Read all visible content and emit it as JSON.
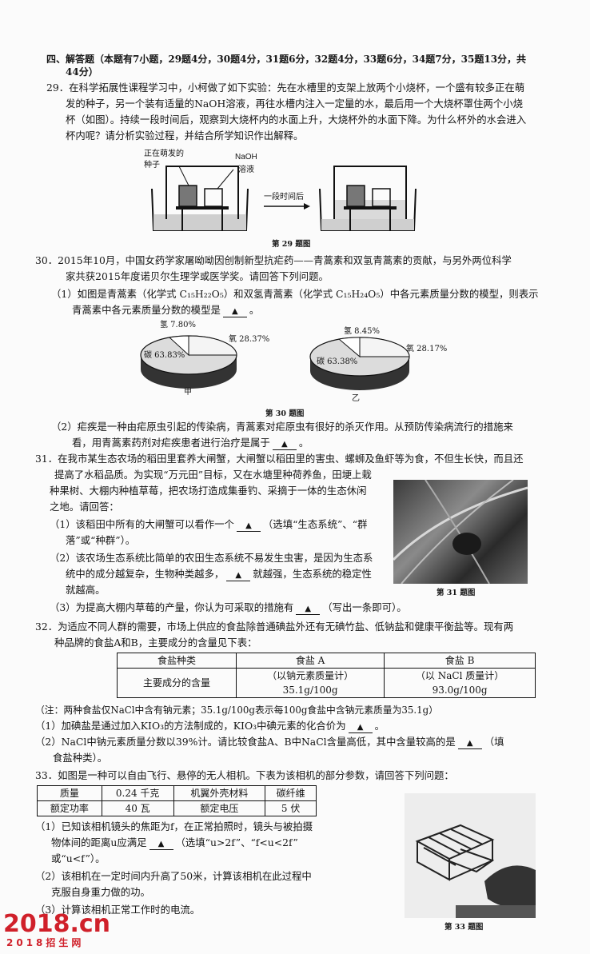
{
  "header": {
    "section": "四、解答题（本题有7小题，29题4分，30题4分，31题6分，32题4分，33题6分，34题7分，35题13分，共",
    "section_cont": "44分）"
  },
  "q29": {
    "l1": "29．在科学拓展性课程学习中，小柯做了如下实验：先在水槽里的支架上放两个小烧杯，一个盛有较多正在萌",
    "l2": "发的种子，另一个装有适量的NaOH溶液，再往水槽内注入一定量的水，最后用一个大烧杯罩住两个小烧",
    "l3": "杯（如图）。持续一段时间后，观察到大烧杯内的水面上升，大烧杯外的水面下降。为什么杯外的水会进入",
    "l4": "杯内呢？请分析实验过程，并结合所学知识作出解释。",
    "label_seed": "正在萌发的",
    "label_seed2": "种子",
    "label_naoh": "NaOH",
    "label_naoh2": "溶液",
    "arrow_text": "一段时间后",
    "caption": "第 29 题图"
  },
  "q30": {
    "l1": "30．2015年10月，中国女药学家屠呦呦因创制新型抗疟药——青蒿素和双氢青蒿素的贡献，与另外两位科学",
    "l2": "家共获2015年度诺贝尔生理学或医学奖。请回答下列问题。",
    "p1a": "（1）如图是青蒿素（化学式 C₁₅H₂₂O₅）和双氢青蒿素（化学式 C₁₅H₂₄O₅）中各元素质量分数的模型，则表示",
    "p1b": "青蒿素中各元素质量分数的模型是",
    "p1b_end": "。",
    "pie_a": {
      "h_label": "氢 7.80%",
      "o_label": "氧 28.37%",
      "c_label": "碳 63.83%",
      "name": "甲"
    },
    "pie_b": {
      "h_label": "氢 8.45%",
      "o_label": "氧 28.17%",
      "c_label": "碳 63.38%",
      "name": "乙"
    },
    "caption": "第 30 题图",
    "p2a": "（2）疟疾是一种由疟原虫引起的传染病，青蒿素对疟原虫有很好的杀灭作用。从预防传染病流行的措施来",
    "p2b": "看，用青蒿素药剂对疟疾患者进行治疗是属于",
    "p2b_end": "。"
  },
  "q31": {
    "l1": "31．在我市某生态农场的稻田里套养大闸蟹，大闸蟹以稻田里的害虫、螺蛳及鱼虾等为食，不但生长快，而且还",
    "l2": "提高了水稻品质。为实现“万元田”目标，又在水塘里种荷养鱼，田埂上栽",
    "l3": "种果树、大棚内种植草莓，把农场打造成集垂钓、采摘于一体的生态休闲",
    "l4": "之地。请回答：",
    "p1a": "（1）该稻田中所有的大闸蟹可以看作一个",
    "p1a_end": "（选填“生态系统”、“群",
    "p1b": "落”或“种群”）。",
    "p2a": "（2）该农场生态系统比简单的农田生态系统不易发生虫害，是因为生态系",
    "p2b": "统中的成分越复杂，生物种类越多，",
    "p2b_end": "就越强，生态系统的稳定性",
    "p2c": "就越高。",
    "p3": "（3）为提高大棚内草莓的产量，你认为可采取的措施有",
    "p3_end": "（写出一条即可）。",
    "caption": "第 31 题图"
  },
  "q32": {
    "l1": "32．为适应不同人群的需要，市场上供应的食盐除普通碘盐外还有无碘竹盐、低钠盐和健康平衡盐等。现有两",
    "l2": "种品牌的食盐A和B，主要成分的含量见下表：",
    "table": {
      "h0": "食盐种类",
      "h1": "食盐 A",
      "h2": "食盐 B",
      "r0": "主要成分的含量",
      "a1": "（以钠元素质量计）",
      "a2": "35.1g/100g",
      "b1": "（以 NaCl 质量计）",
      "b2": "93.0g/100g"
    },
    "note": "（注：两种食盐仅NaCl中含有钠元素；35.1g/100g表示每100g食盐中含钠元素质量为35.1g）",
    "p1": "（1）加碘盐是通过加入KIO₃的方法制成的，KIO₃中碘元素的化合价为",
    "p1_end": "。",
    "p2a": "（2）NaCl中钠元素质量分数以39%计。请比较食盐A、B中NaCl含量高低，其中含量较高的是",
    "p2a_end": "（填",
    "p2b": "食盐种类）。"
  },
  "q33": {
    "l1": "33．如图是一种可以自由飞行、悬停的无人相机。下表为该相机的部分参数，请回答下列问题：",
    "table": {
      "c00": "质量",
      "c01": "0.24 千克",
      "c02": "机翼外壳材料",
      "c03": "碳纤维",
      "c10": "额定功率",
      "c11": "40 瓦",
      "c12": "额定电压",
      "c13": "5 伏"
    },
    "p1a": "（1）已知该相机镜头的焦距为f，在正常拍照时，镜头与被拍摄",
    "p1b": "物体间的距离u应满足",
    "p1b_end": "（选填“u>2f”、“f<u<2f”",
    "p1c": "或“u<f”）。",
    "p2a": "（2）该相机在一定时间内升高了50米，计算该相机在此过程中",
    "p2b": "克服自身重力做的功。",
    "p3": "（3）计算该相机正常工作时的电流。",
    "caption": "第 33 题图"
  },
  "watermark": {
    "brand": "2018.cn",
    "sub": "2018招生网",
    "color": "#d0202a"
  }
}
